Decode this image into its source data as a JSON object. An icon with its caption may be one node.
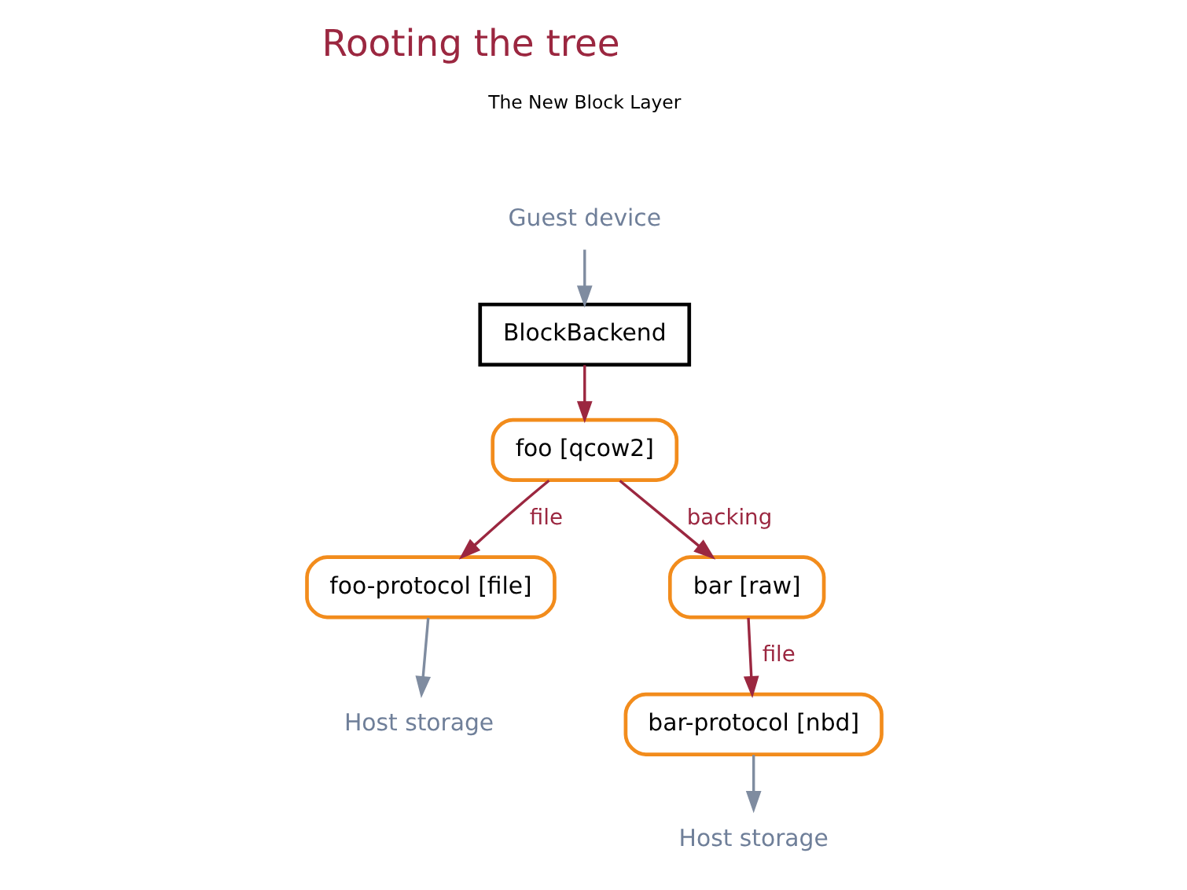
{
  "diagram": {
    "title": "Rooting the tree",
    "nodes": [
      {
        "text": [
          "Guest device"
        ]
      },
      {
        "text": [
          "BlockBackend"
        ]
      },
      {
        "text": [
          "foo [qcow2]"
        ]
      },
      {
        "text": [
          "foo-protocol [file]"
        ]
      },
      {
        "text": [
          "bar [raw]"
        ]
      },
      {
        "text": [
          "bar-protocol [nbd]"
        ]
      },
      {
        "text": [
          "Host storage"
        ]
      },
      {
        "text": [
          "Host storage"
        ]
      }
    ],
    "edges": [
      {
        "from": 0,
        "to": 1,
        "arrow": "to",
        "color": "#7f8ca0"
      },
      {
        "from": 1,
        "to": 2,
        "arrow": "to"
      },
      {
        "from": 2,
        "to": 3,
        "arrow": "to",
        "label": "file"
      },
      {
        "from": 2,
        "to": 4,
        "arrow": "to",
        "label": "backing"
      },
      {
        "from": 4,
        "to": 5,
        "arrow": "to",
        "label": "file"
      },
      {
        "from": 3,
        "to": 6,
        "arrow": "to",
        "color": "#7f8ca0"
      },
      {
        "from": 5,
        "to": 7,
        "arrow": "to",
        "color": "#7f8ca0"
      }
    ],
    "labels": [
      "The New Block Layer"
    ]
  }
}
